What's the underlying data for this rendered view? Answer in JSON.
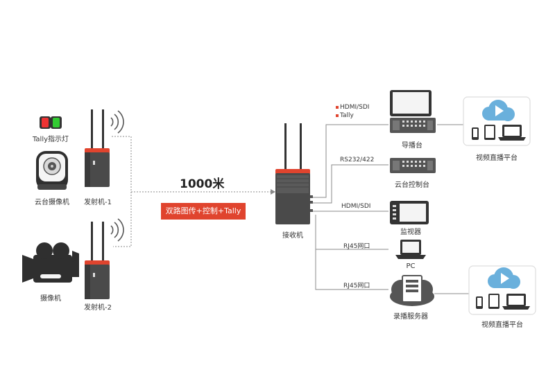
{
  "labels": {
    "tally": "Tally指示灯",
    "ptz_camera": "云台摄像机",
    "transmitter_1": "发射机-1",
    "transmitter_2": "发射机-2",
    "camcorder": "摄像机",
    "distance": "1000米",
    "features": "双路图传+控制+Tally",
    "receiver": "接收机",
    "switcher": "导播台",
    "ptz_controller": "云台控制台",
    "monitor": "监视器",
    "pc": "PC",
    "recorder": "录播服务器",
    "live_platform_1": "视频直播平台",
    "live_platform_2": "视频直播平台"
  },
  "connections": {
    "signal_1": "HDMI/SDI",
    "signal_2": "Tally",
    "rs232": "RS232/422",
    "hdmi_sdi": "HDMI/SDI",
    "rj45_pc": "RJ45网口",
    "rj45_server": "RJ45网口"
  },
  "colors": {
    "accent": "#e0442e",
    "device_body": "#4a4a4a",
    "line": "#8a8a8a",
    "cloud": "#6ab0dc"
  }
}
